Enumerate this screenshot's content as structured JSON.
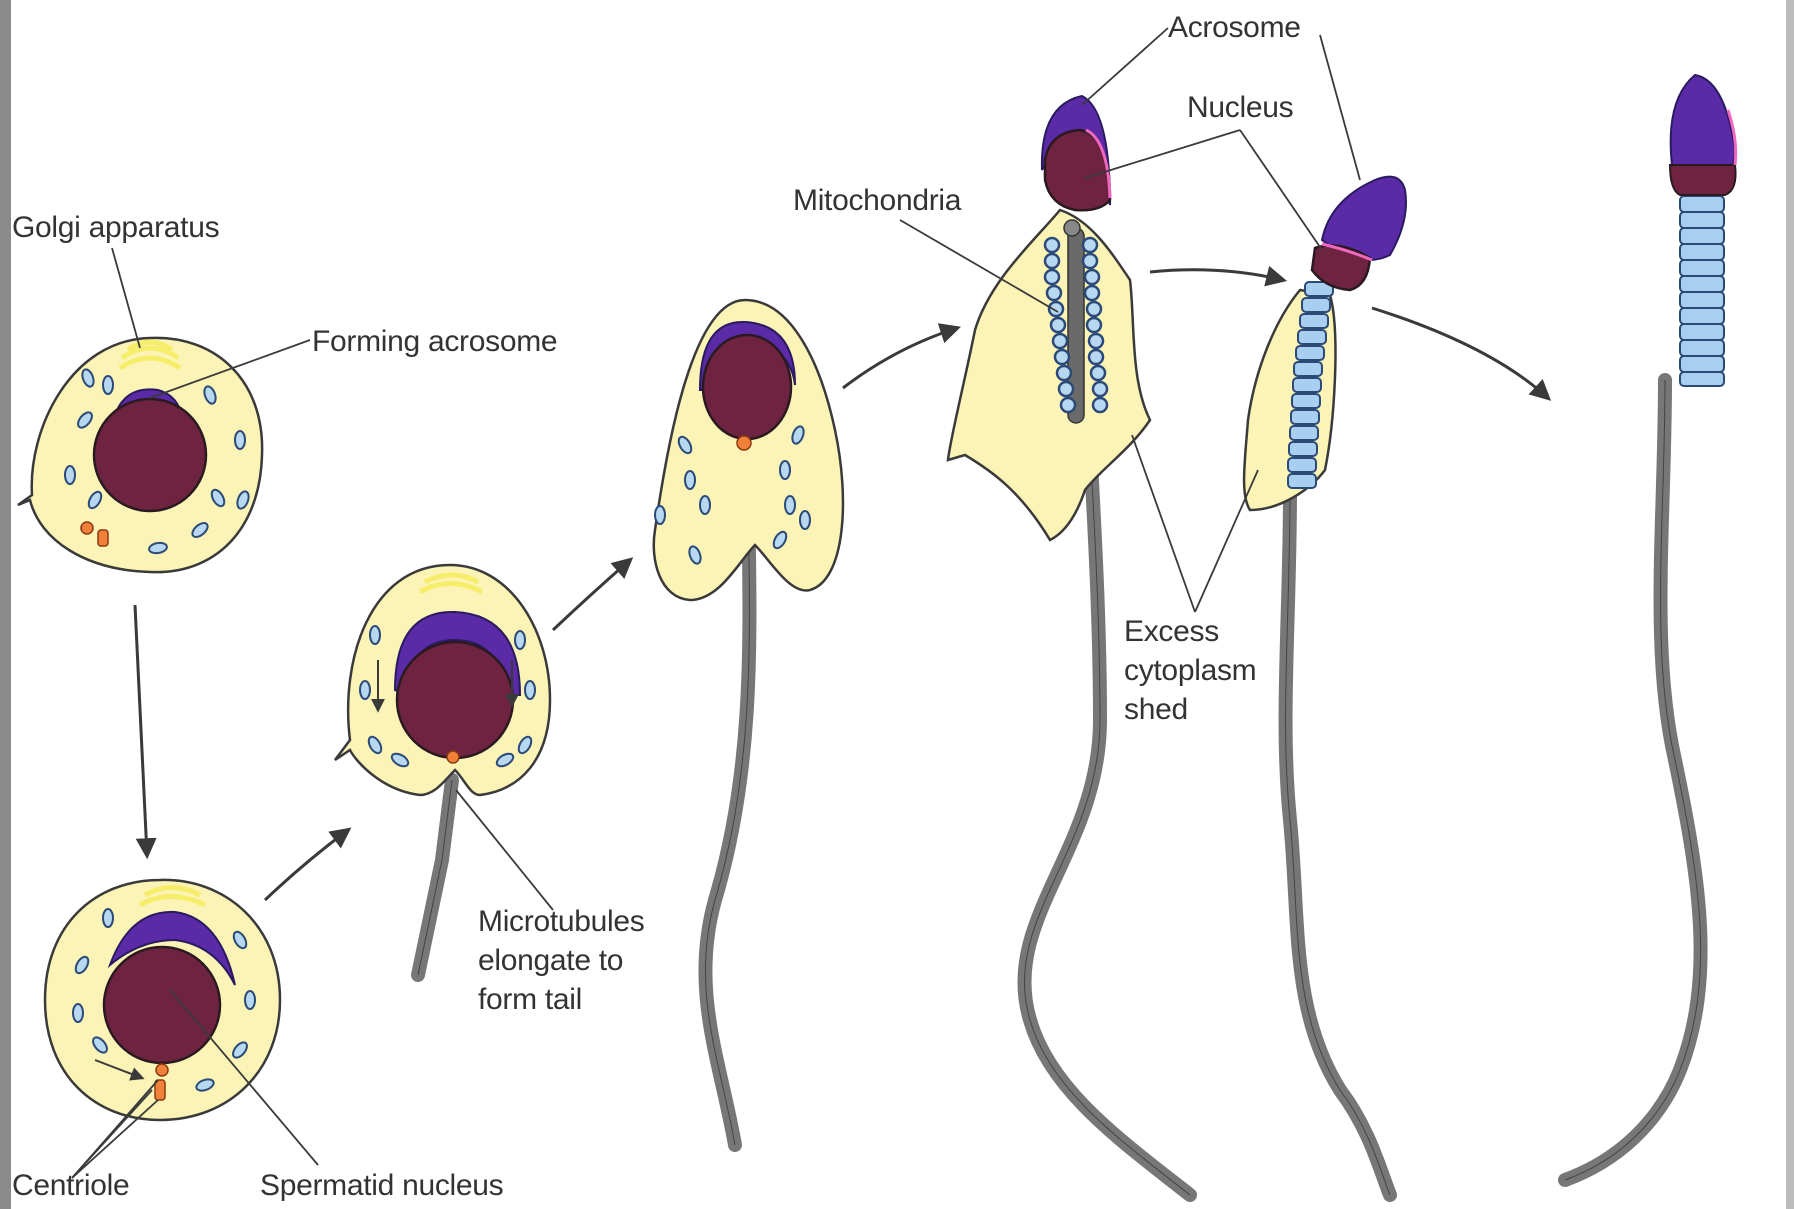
{
  "labels": {
    "golgi": "Golgi apparatus",
    "forming_acrosome": "Forming acrosome",
    "centriole": "Centriole",
    "spermatid_nucleus": "Spermatid nucleus",
    "microtubules": "Microtubules\nelongate to\nform tail",
    "mitochondria": "Mitochondria",
    "acrosome": "Acrosome",
    "nucleus": "Nucleus",
    "excess_cytoplasm": "Excess\ncytoplasm\nshed"
  },
  "colors": {
    "cytoplasm": "#fbf4b6",
    "nucleus": "#6e2440",
    "acrosome": "#5b2aa6",
    "golgi": "#f6ee6a",
    "vesicle": "#b8d8f1",
    "centriole": "#f0803a",
    "tail": "#777777",
    "midpiece": "#a9cff0",
    "outline": "#3a3a3a"
  },
  "icons": [
    "arrow-icon"
  ]
}
